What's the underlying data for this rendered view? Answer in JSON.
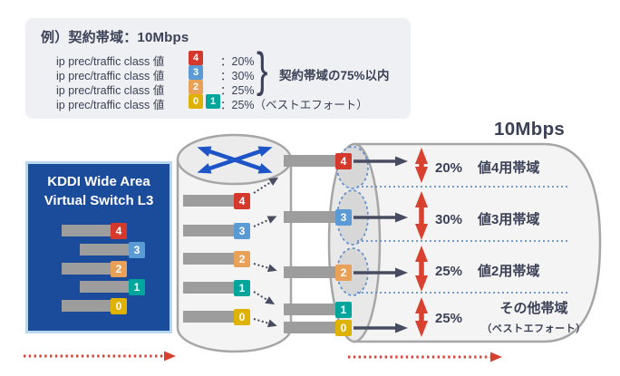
{
  "info_box": {
    "title": "例）契約帯域：10Mbps",
    "row_label": "ip prec/traffic class 値",
    "rows": [
      {
        "badges": [
          "4"
        ],
        "value": "：20%"
      },
      {
        "badges": [
          "3"
        ],
        "value": "：30%"
      },
      {
        "badges": [
          "2"
        ],
        "value": "：25%"
      },
      {
        "badges": [
          "0",
          "1"
        ],
        "value": "：25%（ベストエフォート）"
      }
    ],
    "brace_glyph": "}",
    "brace_note": "契約帯域の75%以内"
  },
  "switch_box": {
    "title_line1": "KDDI Wide Area",
    "title_line2": "Virtual Switch L3"
  },
  "queues": {
    "left": [
      "4",
      "3",
      "2",
      "1",
      "0"
    ],
    "middle": [
      "4",
      "3",
      "2",
      "1",
      "0"
    ],
    "entry": [
      "4",
      "3",
      "2",
      "1",
      "0"
    ]
  },
  "pipe": {
    "capacity_label": "10Mbps",
    "bands": [
      {
        "percent": "20%",
        "label": "値4用帯域"
      },
      {
        "percent": "30%",
        "label": "値3用帯域"
      },
      {
        "percent": "25%",
        "label": "値2用帯域"
      },
      {
        "percent": "25%",
        "label": "その他帯域",
        "sublabel": "（ベストエフォート）"
      }
    ]
  },
  "colors": {
    "q4": "#d5392b",
    "q3": "#5b9bd5",
    "q2": "#e8a156",
    "q1": "#00a69c",
    "q0": "#dfb100",
    "switch_blue": "#1b4b9b",
    "switch_border": "#b9d7ee",
    "bar_gray": "#9d9d9d",
    "bandwidth_arrow_red": "#d8402f",
    "flow_arrow_navy": "#474c60",
    "fabric_arrow_blue": "#1d55c8",
    "divider_blue": "#5f8fcc",
    "text_navy": "#3b4156",
    "panel_gray": "#eef0f4"
  }
}
